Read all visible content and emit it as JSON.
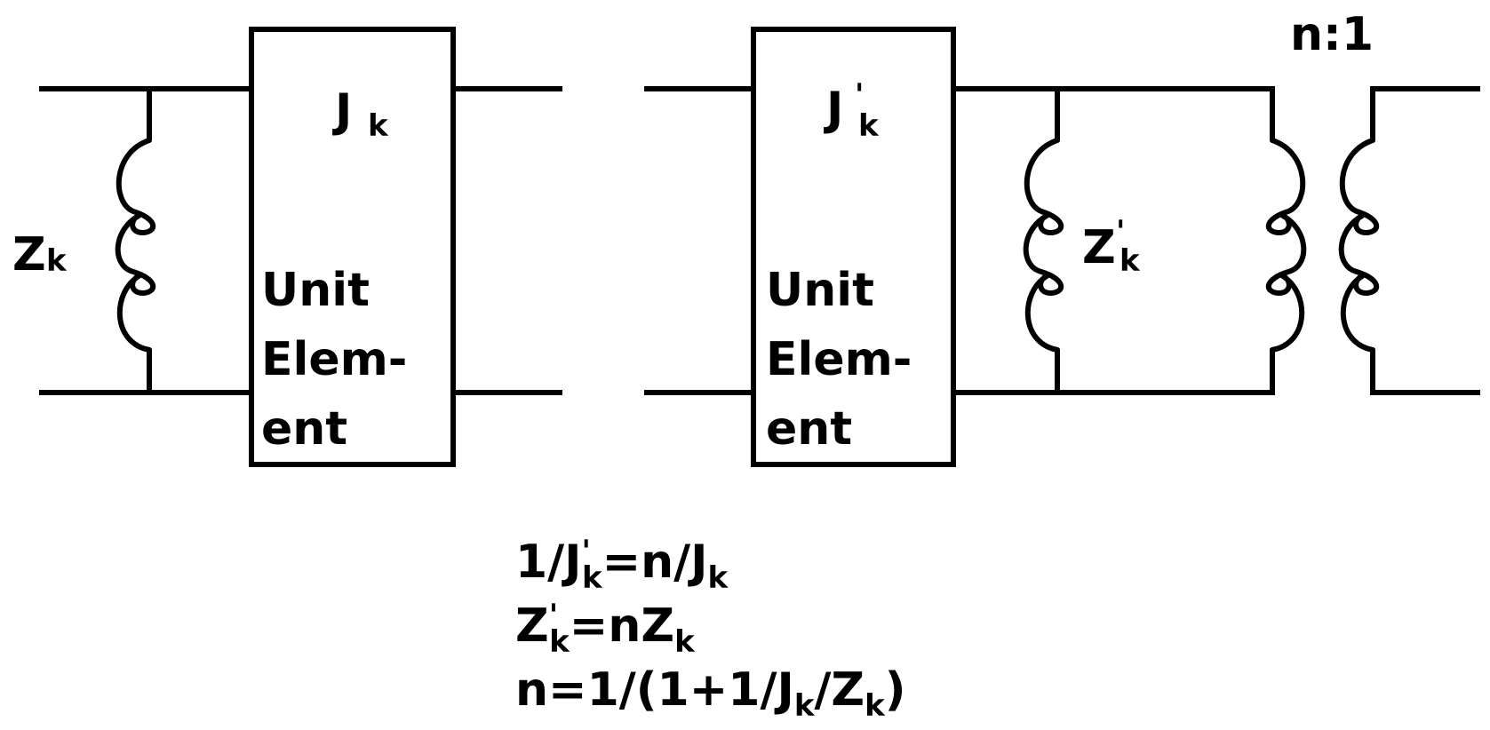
{
  "left_circuit": {
    "shunt_label": "Z",
    "shunt_sub": "k",
    "element_label": "J",
    "element_sub": "k",
    "box_line1": "Unit",
    "box_line2": "Elem-",
    "box_line3": "ent"
  },
  "right_circuit": {
    "element_label": "J",
    "element_sub": "k",
    "shunt_label": "Z",
    "shunt_sub": "k",
    "prime": "'",
    "box_line1": "Unit",
    "box_line2": "Elem-",
    "box_line3": "ent",
    "transformer_ratio": "n:1"
  },
  "equations": {
    "eq1": {
      "lhs": "1/J",
      "lhs_sub": "k",
      "mid": "=n/J",
      "mid_sub": "k"
    },
    "eq2": {
      "lhs": "Z",
      "lhs_sub": "k",
      "mid": "=nZ",
      "mid_sub": "k"
    },
    "eq3": {
      "a": "n=1/(1+1/J",
      "a_sub": "k",
      "b": "/Z",
      "b_sub": "k",
      "c": ")"
    }
  }
}
